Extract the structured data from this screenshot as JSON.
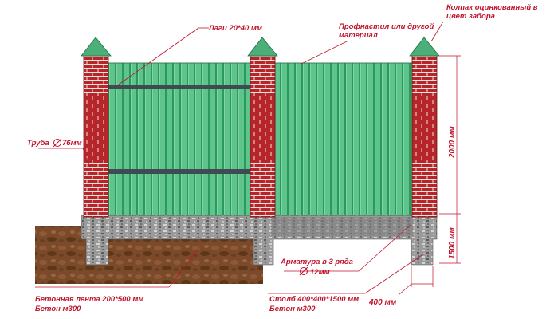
{
  "labels": {
    "lagi": "Лаги 20*40 мм",
    "profnastil_line1": "Профнастил или другой",
    "profnastil_line2": "материал",
    "cap_line1": "Колпак оцинкованный в",
    "cap_line2": "цвет забора",
    "pipe": "Труба",
    "pipe_size": "76мм",
    "rebar_line1": "Арматура в 3 ряда",
    "rebar_line2": "12мм",
    "strip_line1": "Бетонная лента 200*500 мм",
    "strip_line2": "Бетон м300",
    "post_line1": "Столб 400*400*1500 мм",
    "post_line2": "Бетон м300"
  },
  "dimensions": {
    "height_fence": "2000 мм",
    "depth_post": "1500 мм",
    "width_post": "400 мм"
  },
  "colors": {
    "sheet_green": "#5fc48c",
    "sheet_rib": "#1f8a4e",
    "brick": "#b5252a",
    "mortar": "#f3e2dc",
    "cap": "#4cae78",
    "concrete": "#8f8f8f",
    "soil": "#7a4a2a",
    "rail": "#3f4a55",
    "annotation": "#c0142c"
  }
}
